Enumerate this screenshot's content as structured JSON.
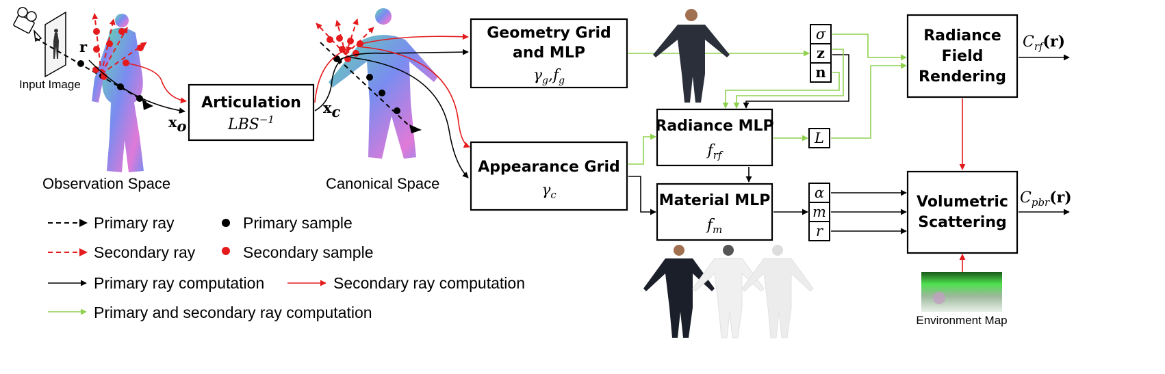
{
  "colors": {
    "primary_ray": "#000000",
    "secondary_ray": "#e41a1c",
    "shared_ray": "#8fd14f",
    "skin_normal_a": "#7a8cf0",
    "skin_normal_b": "#e07ad8",
    "skin_normal_c": "#63d6b0"
  },
  "labels": {
    "input_image": "Input Image",
    "observation_space": "Observation Space",
    "canonical_space": "Canonical Space",
    "environment_map": "Environment Map",
    "ray_r": "r",
    "x_o": "x",
    "x_o_sub": "o",
    "x_c": "x",
    "x_c_sub": "c"
  },
  "boxes": {
    "articulation": {
      "title": "Articulation",
      "formula": "LBS",
      "formula_sup": "−1"
    },
    "geometry": {
      "line1": "Geometry Grid",
      "line2": "and MLP",
      "formula": "γ",
      "formula_sub1": "g",
      "formula_mid": ",f",
      "formula_sub2": "g"
    },
    "appearance": {
      "title": "Appearance Grid",
      "formula": "γ",
      "formula_sub": "c"
    },
    "radiance_mlp": {
      "title": "Radiance MLP",
      "formula": "f",
      "formula_sub": "rf"
    },
    "material_mlp": {
      "title": "Material MLP",
      "formula": "f",
      "formula_sub": "m"
    },
    "rendering": {
      "line1": "Radiance",
      "line2": "Field",
      "line3": "Rendering"
    },
    "scattering": {
      "line1": "Volumetric",
      "line2": "Scattering"
    }
  },
  "symbols": {
    "sigma": "σ",
    "z": "z",
    "n": "n",
    "L": "L",
    "alpha": "α",
    "m": "m",
    "r": "r"
  },
  "outputs": {
    "c_rf": "C",
    "c_rf_sub": "rf",
    "c_rf_arg": "(r)",
    "c_pbr": "C",
    "c_pbr_sub": "pbr",
    "c_pbr_arg": "(r)"
  },
  "legend": {
    "primary_ray": "Primary ray",
    "secondary_ray": "Secondary ray",
    "primary_sample": "Primary sample",
    "secondary_sample": "Secondary sample",
    "primary_computation": "Primary ray computation",
    "secondary_computation": "Secondary ray computation",
    "shared_computation": "Primary and secondary ray computation"
  }
}
